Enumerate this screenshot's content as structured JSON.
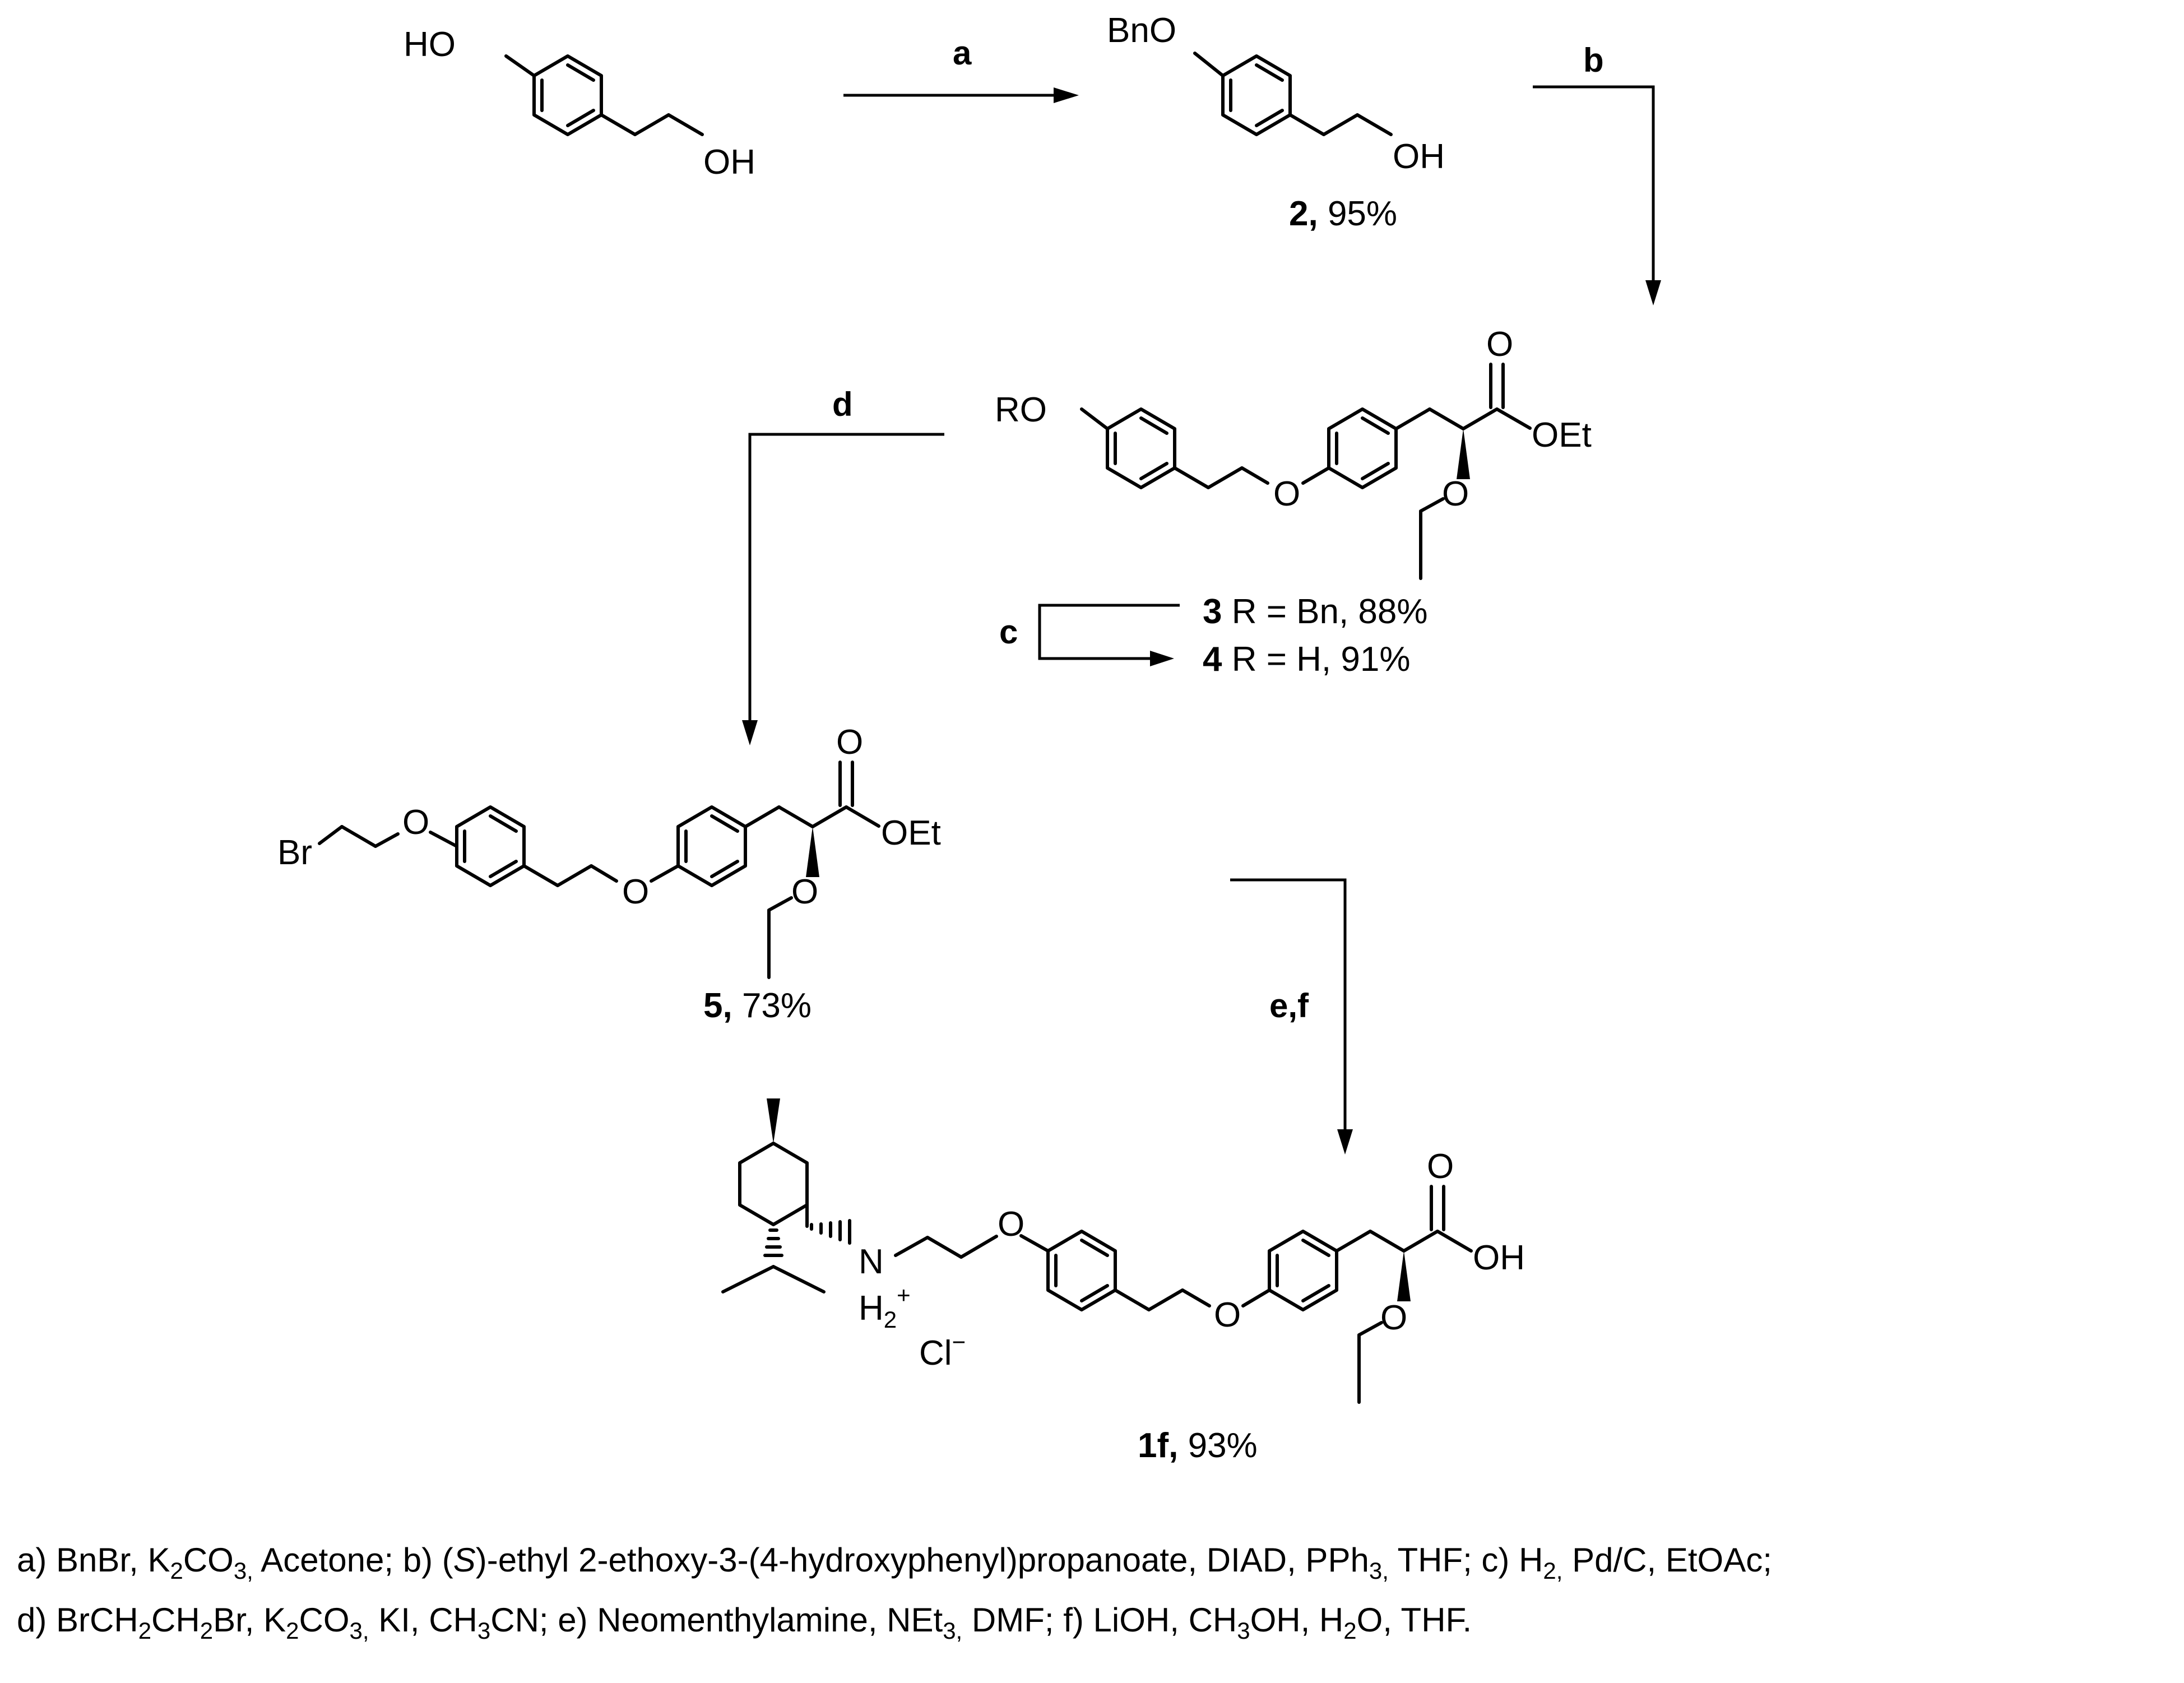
{
  "labels": {
    "s1_HO": "HO",
    "s1_OH": "OH",
    "s2_BnO": "BnO",
    "s2_OH": "OH",
    "s3_RO": "RO",
    "s3_O_ether": "O",
    "s3_O_carbonyl": "O",
    "s3_OEt": "OEt",
    "s3_O_ethoxy": "O",
    "s5_Br": "Br",
    "s5_O_top": "O",
    "s5_O_ether": "O",
    "s5_O_carbonyl": "O",
    "s5_OEt": "OEt",
    "s5_O_ethoxy": "O",
    "s1f_N": "N",
    "s1f_H2": "H",
    "s1f_sub2": "2",
    "s1f_plus": "+",
    "s1f_Cl": "Cl",
    "s1f_minus": "−",
    "s1f_O_top": "O",
    "s1f_O_ether": "O",
    "s1f_O_carbonyl": "O",
    "s1f_OH": "OH",
    "s1f_O_ethoxy": "O"
  },
  "steps": {
    "a": "a",
    "b": "b",
    "c": "c",
    "d": "d",
    "ef": "e,f"
  },
  "captions": {
    "c2_num": "2,",
    "c2_yield": " 95%",
    "c3_num": "3",
    "c3_text": " R = Bn, 88%",
    "c4_num": "4",
    "c4_text": " R = H, 91%",
    "c5_num": "5,",
    "c5_yield": " 73%",
    "c1f_num": "1f,",
    "c1f_yield": " 93%"
  },
  "footnote": {
    "l1_a": "a) BnBr, K",
    "l1_a_s1": "2",
    "l1_a2": "CO",
    "l1_a_s2": "3,",
    "l1_b": " Acetone; b) (",
    "l1_S": "S",
    "l1_c": ")-ethyl 2-ethoxy-3-(4-hydroxyphenyl)propanoate, DIAD, PPh",
    "l1_c_s": "3,",
    "l1_d": " THF; c) H",
    "l1_d_s": "2,",
    "l1_e": " Pd/C, EtOAc;",
    "l2_a": "d) BrCH",
    "l2_s1": "2",
    "l2_b": "CH",
    "l2_s2": "2",
    "l2_c": "Br, K",
    "l2_s3": "2",
    "l2_d": "CO",
    "l2_s4": "3,",
    "l2_e": " KI, CH",
    "l2_s5": "3",
    "l2_f": "CN; e) Neomenthylamine, NEt",
    "l2_s6": "3,",
    "l2_g": " DMF; f) LiOH, CH",
    "l2_s7": "3",
    "l2_h": "OH, H",
    "l2_s8": "2",
    "l2_i": "O, THF."
  }
}
